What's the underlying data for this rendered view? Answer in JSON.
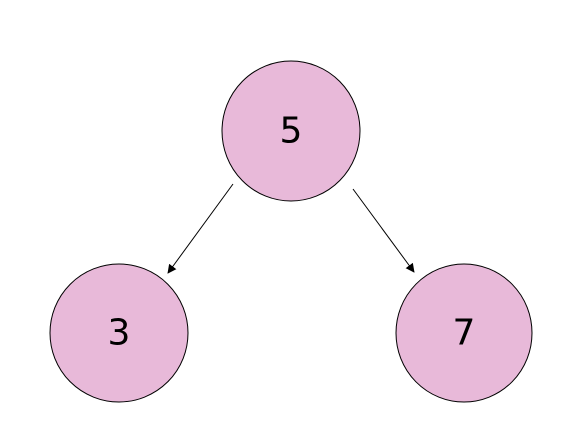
{
  "colors": {
    "node_fill": "#e8b9d9",
    "node_stroke": "#000000",
    "edge": "#000000"
  },
  "tree": {
    "nodes": [
      {
        "id": "root",
        "label": "5"
      },
      {
        "id": "left",
        "label": "3"
      },
      {
        "id": "right",
        "label": "7"
      }
    ],
    "edges": [
      {
        "from": "root",
        "to": "left"
      },
      {
        "from": "root",
        "to": "right"
      }
    ]
  }
}
